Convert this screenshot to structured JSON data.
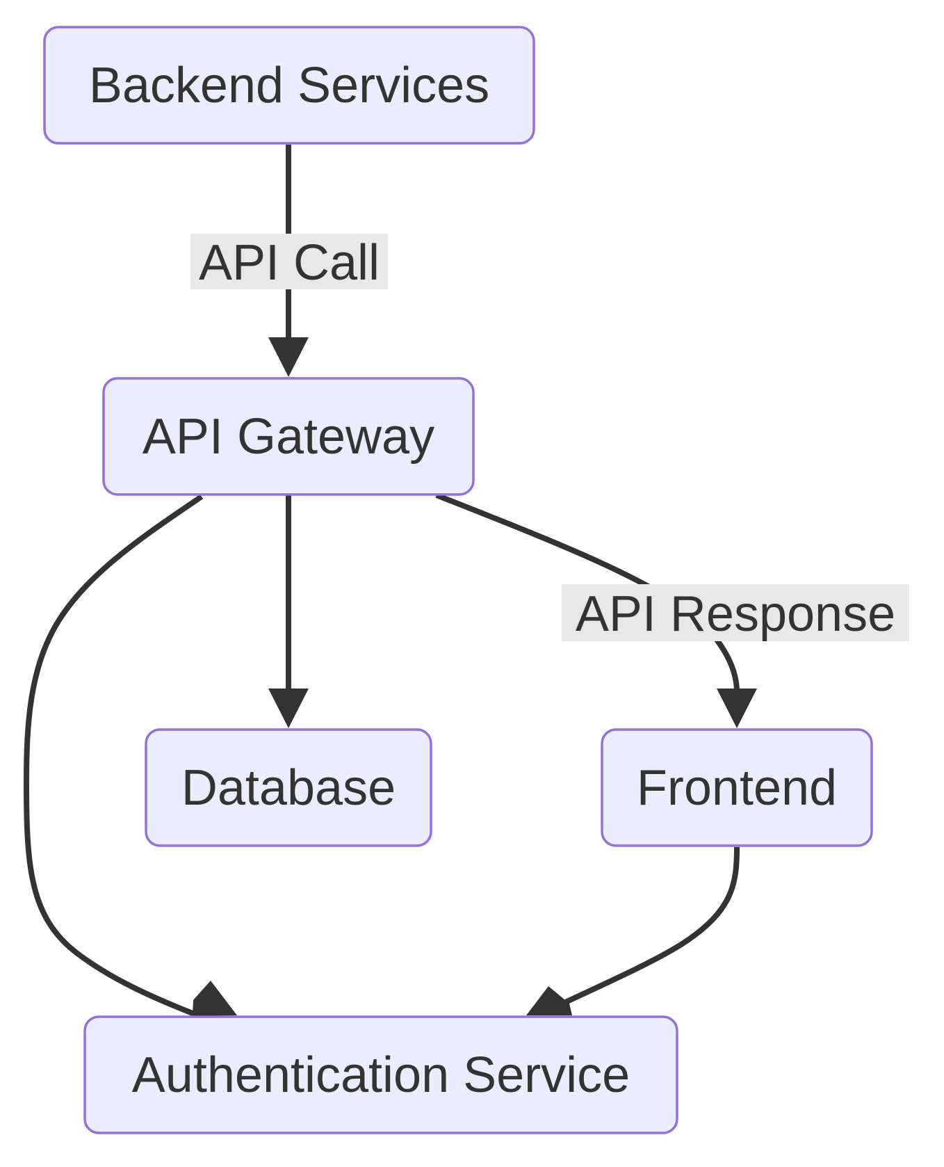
{
  "diagram": {
    "type": "flowchart",
    "colors": {
      "node_fill": "#ECECFF",
      "node_border": "#9370DB",
      "edge": "#333333",
      "edge_label_bg": "#E8E8E8",
      "text": "#333333"
    },
    "nodes": {
      "backend_services": "Backend Services",
      "api_gateway": "API Gateway",
      "database": "Database",
      "frontend": "Frontend",
      "auth_service": "Authentication Service"
    },
    "edges": [
      {
        "from": "backend_services",
        "to": "api_gateway",
        "label": "API Call"
      },
      {
        "from": "api_gateway",
        "to": "database",
        "label": ""
      },
      {
        "from": "api_gateway",
        "to": "frontend",
        "label": "API Response"
      },
      {
        "from": "api_gateway",
        "to": "auth_service",
        "label": ""
      },
      {
        "from": "frontend",
        "to": "auth_service",
        "label": ""
      }
    ]
  }
}
